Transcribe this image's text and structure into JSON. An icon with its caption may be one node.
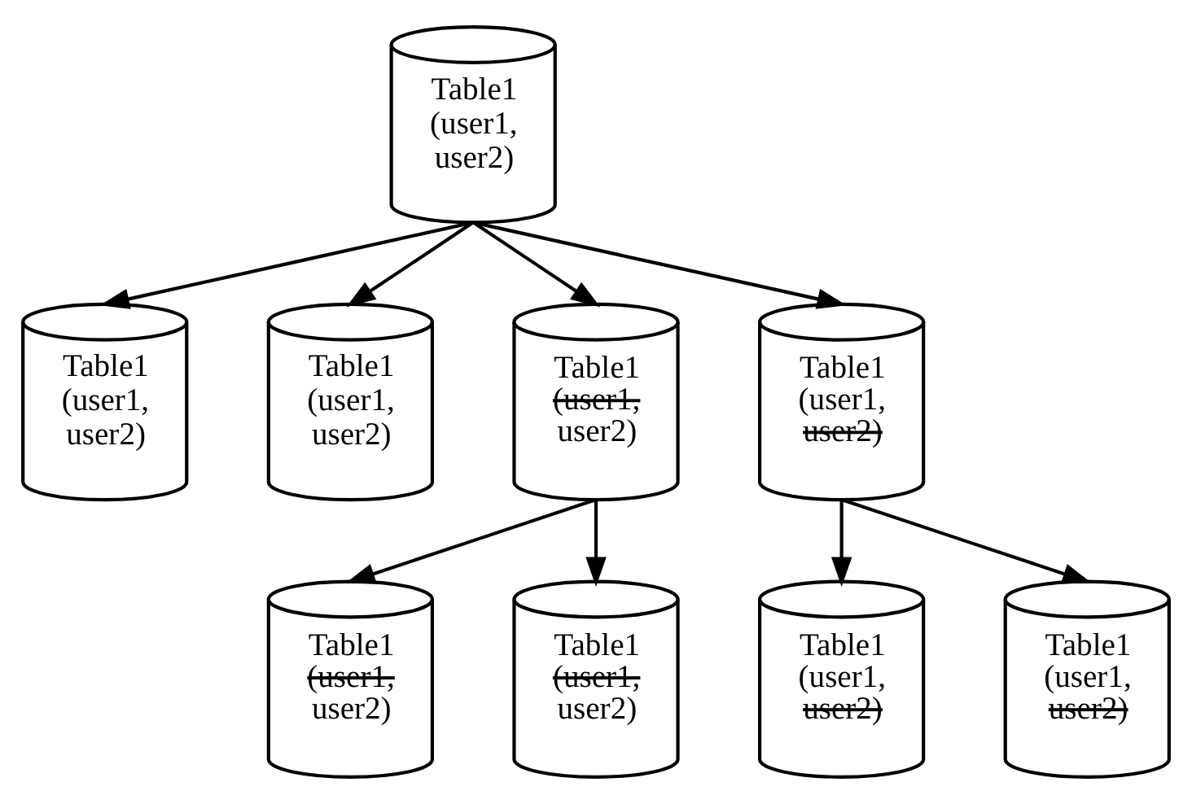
{
  "diagram": {
    "nodes": [
      {
        "text": [
          "Table1",
          "(user1,",
          "user2)"
        ]
      },
      {
        "text": [
          "Table1",
          "(user1,",
          "user2)"
        ]
      },
      {
        "text": [
          "Table1",
          "(user1,",
          "user2)"
        ]
      },
      {
        "text": [
          "Table1",
          "(user1,",
          "user2)"
        ]
      },
      {
        "text": [
          "Table1",
          "(user1,",
          "user2)"
        ]
      },
      {
        "text": [
          "Table1",
          "(user1,",
          "user2)"
        ]
      },
      {
        "text": [
          "Table1",
          "(user1,",
          "user2)"
        ]
      },
      {
        "text": [
          "Table1",
          "(user1,",
          "user2)"
        ]
      },
      {
        "text": [
          "Table1",
          "(user1,",
          "user2)"
        ]
      }
    ],
    "edges": [
      {
        "from": 0,
        "to": 1,
        "arrow": "to"
      },
      {
        "from": 0,
        "to": 2,
        "arrow": "to"
      },
      {
        "from": 0,
        "to": 3,
        "arrow": "to"
      },
      {
        "from": 0,
        "to": 4,
        "arrow": "to"
      },
      {
        "from": 3,
        "to": 5,
        "arrow": "to"
      },
      {
        "from": 3,
        "to": 6,
        "arrow": "to"
      },
      {
        "from": 4,
        "to": 7,
        "arrow": "to"
      },
      {
        "from": 4,
        "to": 8,
        "arrow": "to"
      }
    ]
  }
}
